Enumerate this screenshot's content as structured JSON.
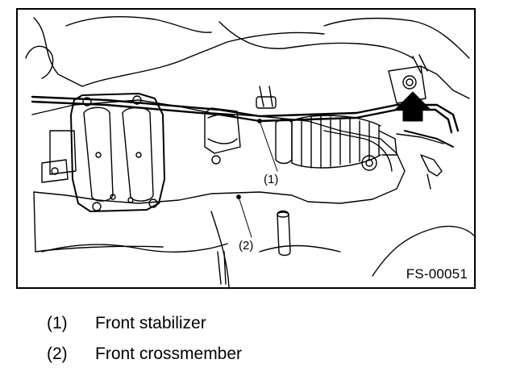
{
  "figure": {
    "code": "FS-00051",
    "callouts": [
      "(1)",
      "(2)"
    ]
  },
  "legend": [
    {
      "num": "(1)",
      "text": "Front stabilizer"
    },
    {
      "num": "(2)",
      "text": "Front crossmember"
    }
  ],
  "colors": {
    "line": "#000000",
    "background": "#ffffff"
  },
  "icons": {
    "arrow": "up-arrow-icon"
  }
}
